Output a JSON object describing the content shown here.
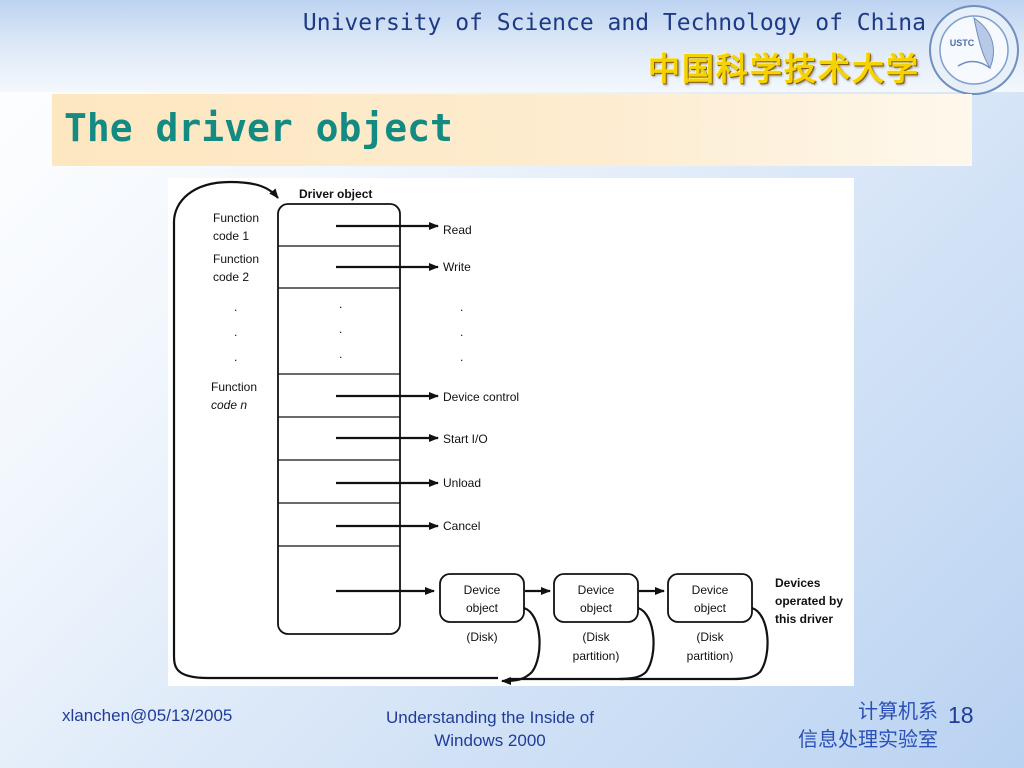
{
  "header": {
    "university_en": "University of Science and Technology of China",
    "university_cn": "中国科学技术大学",
    "logo_text": "USTC"
  },
  "slide": {
    "title": "The driver object",
    "number": "18"
  },
  "diagram": {
    "driver_object_label": "Driver object",
    "function_codes": [
      {
        "line1": "Function",
        "line2": "code 1"
      },
      {
        "line1": "Function",
        "line2": "code 2"
      },
      {
        "line1": "Function",
        "line2": "code n"
      }
    ],
    "routines": [
      "Read",
      "Write",
      "Device control",
      "Start I/O",
      "Unload",
      "Cancel"
    ],
    "ellipsis": ".",
    "device_objects": [
      {
        "line1": "Device",
        "line2": "object",
        "caption1": "(Disk)",
        "caption2": ""
      },
      {
        "line1": "Device",
        "line2": "object",
        "caption1": "(Disk",
        "caption2": "partition)"
      },
      {
        "line1": "Device",
        "line2": "object",
        "caption1": "(Disk",
        "caption2": "partition)"
      }
    ],
    "devices_note": [
      "Devices",
      "operated by",
      "this driver"
    ]
  },
  "footer": {
    "author": "xlanchen@05/13/2005",
    "course_line1": "Understanding the Inside of",
    "course_line2": "Windows 2000",
    "dept_line1": "计算机系",
    "dept_line2": "信息处理实验室"
  }
}
